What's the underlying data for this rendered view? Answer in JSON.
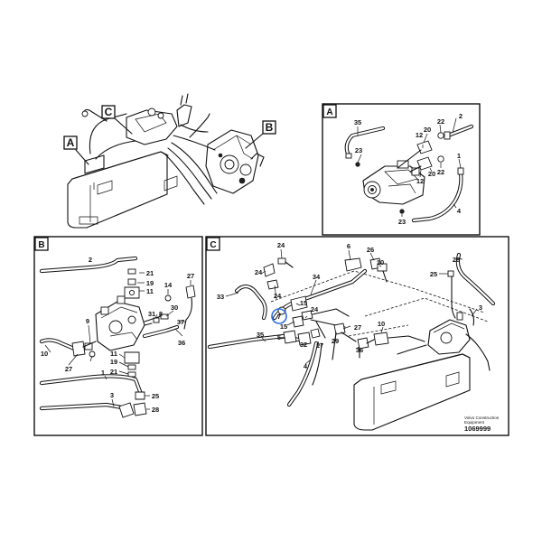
{
  "overview": {
    "view_labels": [
      "A",
      "B",
      "C"
    ]
  },
  "panel_a": {
    "label": "A",
    "callouts": [
      "35",
      "20",
      "22",
      "2",
      "12",
      "23",
      "22",
      "1",
      "12",
      "20",
      "23",
      "4"
    ]
  },
  "panel_b": {
    "label": "B",
    "callouts": [
      "2",
      "21",
      "19",
      "11",
      "27",
      "14",
      "30",
      "31",
      "8",
      "37",
      "9",
      "10",
      "27",
      "36",
      "11",
      "19",
      "21",
      "1",
      "3",
      "25",
      "28"
    ]
  },
  "panel_c": {
    "label": "C",
    "callouts": [
      "24",
      "6",
      "26",
      "10",
      "24",
      "34",
      "28",
      "25",
      "33",
      "24",
      "15",
      "7",
      "24",
      "15",
      "27",
      "3",
      "35",
      "5",
      "32",
      "29",
      "17",
      "36",
      "10",
      "4"
    ],
    "highlighted_callout": "7"
  },
  "footer": {
    "company": "Volvo Construction",
    "company_line2": "Equipment",
    "drawing_id": "1069999"
  },
  "colors": {
    "line": "#111111",
    "background": "#ffffff",
    "highlight": "#2b6de0"
  }
}
